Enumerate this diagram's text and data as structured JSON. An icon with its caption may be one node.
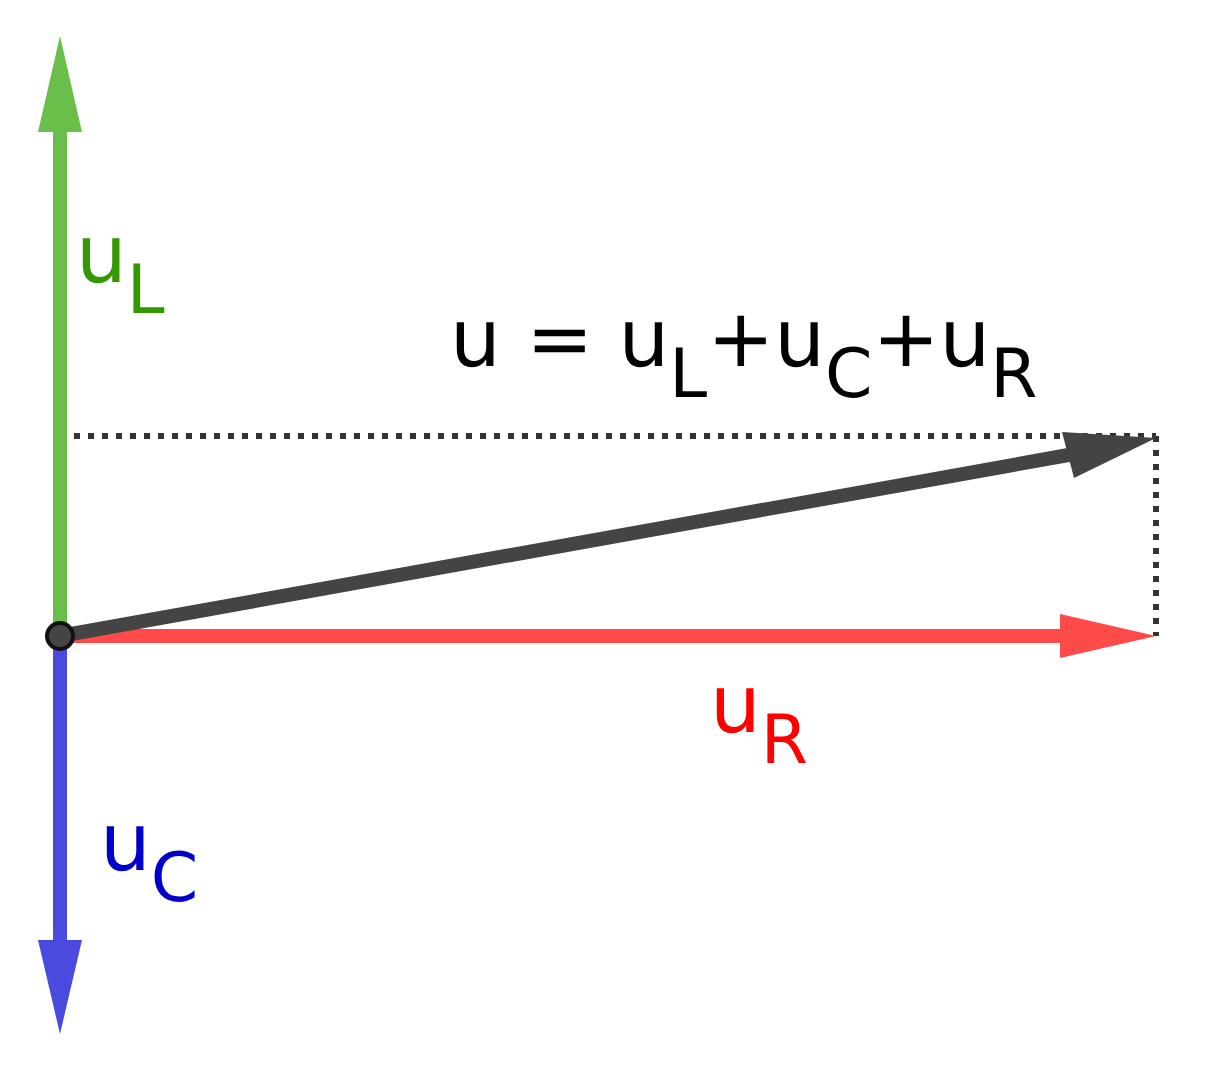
{
  "diagram": {
    "labels": [
      "u$_{L}$",
      "u = u$_{L}$+u$_{C}$+u$_{R}$",
      "u$_{R}$",
      "u$_{C}$"
    ]
  }
}
